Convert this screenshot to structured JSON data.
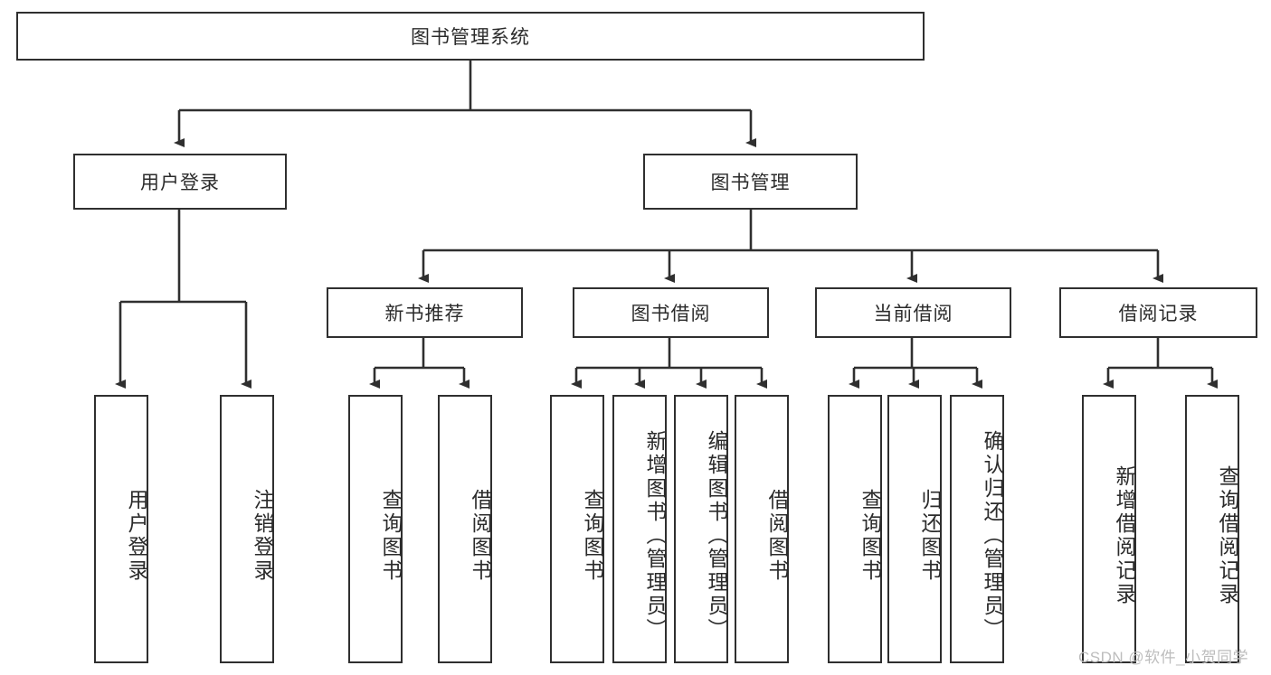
{
  "diagram": {
    "title": "图书管理系统",
    "type": "tree-hierarchy",
    "root": {
      "label": "图书管理系统"
    },
    "level2": [
      {
        "label": "用户登录"
      },
      {
        "label": "图书管理"
      }
    ],
    "level3": [
      {
        "label": "新书推荐"
      },
      {
        "label": "图书借阅"
      },
      {
        "label": "当前借阅"
      },
      {
        "label": "借阅记录"
      }
    ],
    "leaves": {
      "user_login": [
        {
          "label": "用户登录"
        },
        {
          "label": "注销登录"
        }
      ],
      "new_book_recommend": [
        {
          "label": "查询图书"
        },
        {
          "label": "借阅图书"
        }
      ],
      "book_borrow": [
        {
          "label": "查询图书"
        },
        {
          "label": "新增图书（管理员）"
        },
        {
          "label": "编辑图书（管理员）"
        },
        {
          "label": "借阅图书"
        }
      ],
      "current_borrow": [
        {
          "label": "查询图书"
        },
        {
          "label": "归还图书"
        },
        {
          "label": "确认归还（管理员）"
        }
      ],
      "borrow_record": [
        {
          "label": "新增借阅记录"
        },
        {
          "label": "查询借阅记录"
        }
      ]
    }
  },
  "watermark": {
    "text": "CSDN @软件_小贺同学"
  },
  "colors": {
    "border": "#2f2f2f",
    "text": "#2b2b2b",
    "background": "#ffffff",
    "watermark": "#bdbdbd"
  }
}
